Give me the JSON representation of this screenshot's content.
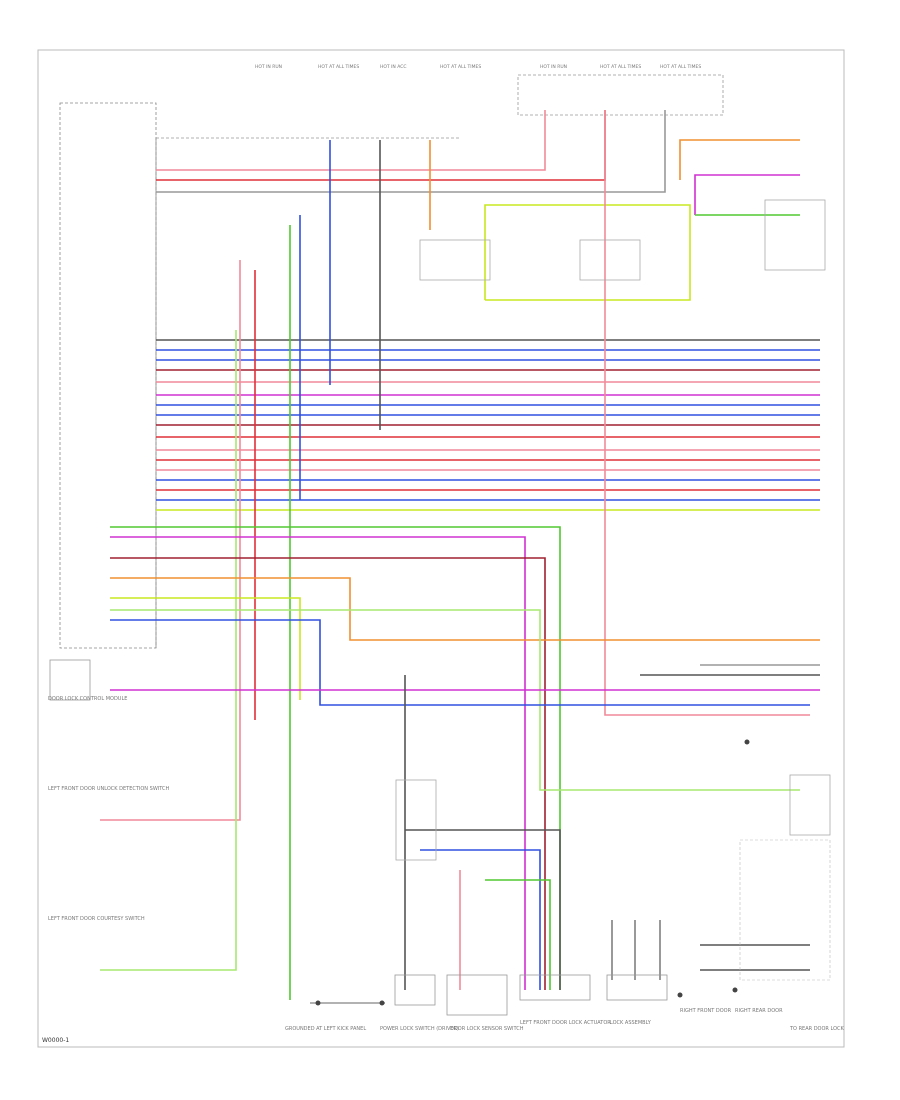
{
  "diagram": {
    "footer_code": "W0000-1",
    "colors": {
      "pink": "#f08a9a",
      "red": "#e0303a",
      "blue": "#3050e0",
      "green": "#50c830",
      "orange": "#f09030",
      "magenta": "#d030d0",
      "light_green": "#a8e870",
      "dark_red": "#a02030",
      "black": "#555555",
      "gray": "#999999",
      "lime": "#c8e820"
    },
    "bottom_labels": {
      "ground": "GROUNDED AT LEFT KICK PANEL",
      "power_lock": "POWER LOCK SWITCH (DRIVER)",
      "door_lock_sensor": "DOOR LOCK SENSOR SWITCH",
      "left_door_motor": "LEFT FRONT DOOR LOCK ACTUATOR",
      "lock_assembly": "LOCK ASSEMBLY",
      "right_front_door": "RIGHT FRONT DOOR",
      "right_rear_door": "RIGHT REAR DOOR",
      "to_rear": "TO REAR DOOR LOCK"
    },
    "left_labels": {
      "module": "DOOR LOCK CONTROL MODULE",
      "door_handle": "LEFT FRONT DOOR UNLOCK DETECTION SWITCH",
      "courtesy": "LEFT FRONT DOOR COURTESY SWITCH"
    },
    "top_fuses": [
      "HOT IN RUN",
      "HOT AT ALL TIMES",
      "HOT IN ACC",
      "HOT AT ALL TIMES",
      "HOT IN RUN",
      "HOT AT ALL TIMES",
      "HOT AT ALL TIMES"
    ]
  }
}
